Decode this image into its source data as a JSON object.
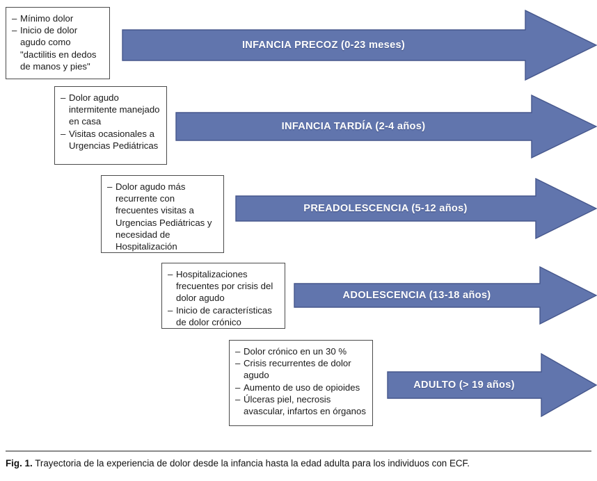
{
  "figure": {
    "arrow_color": "#6175AD",
    "arrow_edge_color": "#46578C",
    "box_border_color": "#4a4a4a",
    "stages": [
      {
        "id": "infancia-precoz",
        "label": "INFANCIA PRECOZ (0-23 meses)",
        "bullets": [
          "Mínimo dolor",
          "Inicio de dolor agudo como \"dactilitis en dedos de manos y pies\""
        ]
      },
      {
        "id": "infancia-tardia",
        "label": "INFANCIA TARDÍA (2-4 años)",
        "bullets": [
          "Dolor agudo intermitente manejado en casa",
          "Visitas ocasionales a Urgencias Pediátricas"
        ]
      },
      {
        "id": "preadolescencia",
        "label": "PREADOLESCENCIA (5-12 años)",
        "bullets": [
          "Dolor agudo más recurrente con frecuentes visitas a Urgencias Pediátricas y necesidad de Hospitalización"
        ]
      },
      {
        "id": "adolescencia",
        "label": "ADOLESCENCIA (13-18 años)",
        "bullets": [
          "Hospitalizaciones frecuentes por crisis del dolor agudo",
          "Inicio de características de dolor crónico"
        ]
      },
      {
        "id": "adulto",
        "label": "ADULTO (> 19 años)",
        "bullets": [
          "Dolor crónico en un 30 %",
          "Crisis recurrentes de dolor agudo",
          "Aumento de uso de opioides",
          "Úlceras piel, necrosis avascular, infartos en órganos"
        ]
      }
    ]
  },
  "caption": {
    "figure_number": "Fig. 1.",
    "text": "Trayectoria de la experiencia de dolor desde la infancia hasta la edad adulta para los individuos con ECF."
  }
}
